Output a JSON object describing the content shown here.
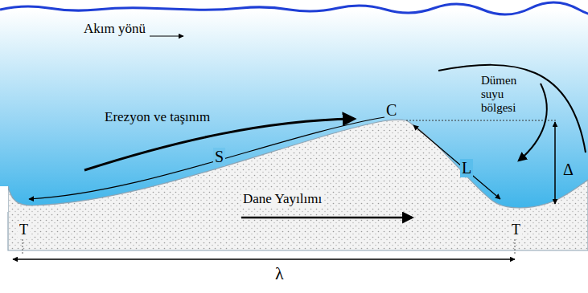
{
  "diagram": {
    "labels": [
      "Akım yönü",
      "Erezyon ve taşınım",
      "C",
      "Dümen suyu bölgesi",
      "S",
      "L",
      "Δ",
      "Dane Yayılımı",
      "T",
      "T",
      "λ"
    ]
  }
}
